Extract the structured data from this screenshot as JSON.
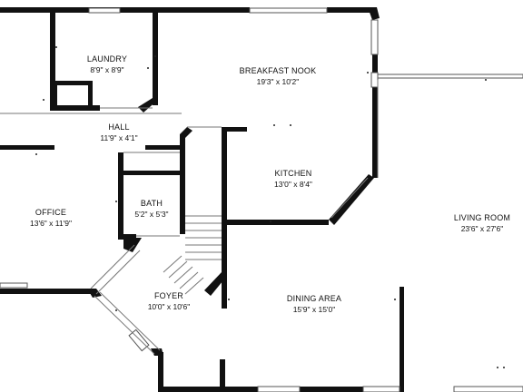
{
  "rooms": {
    "laundry": {
      "name": "LAUNDRY",
      "dims": "8'9\" x 8'9\""
    },
    "breakfast_nook": {
      "name": "BREAKFAST NOOK",
      "dims": "19'3\" x 10'2\""
    },
    "hall": {
      "name": "HALL",
      "dims": "11'9\" x 4'1\""
    },
    "kitchen": {
      "name": "KITCHEN",
      "dims": "13'0\" x 8'4\""
    },
    "office": {
      "name": "OFFICE",
      "dims": "13'6\" x 11'9\""
    },
    "bath": {
      "name": "BATH",
      "dims": "5'2\" x 5'3\""
    },
    "living_room": {
      "name": "LIVING ROOM",
      "dims": "23'6\" x 27'6\""
    },
    "foyer": {
      "name": "FOYER",
      "dims": "10'0\" x 10'6\""
    },
    "dining_area": {
      "name": "DINING AREA",
      "dims": "15'9\" x 15'0\""
    }
  },
  "colors": {
    "wall": "#111111",
    "window": "#555555",
    "background": "#ffffff"
  }
}
